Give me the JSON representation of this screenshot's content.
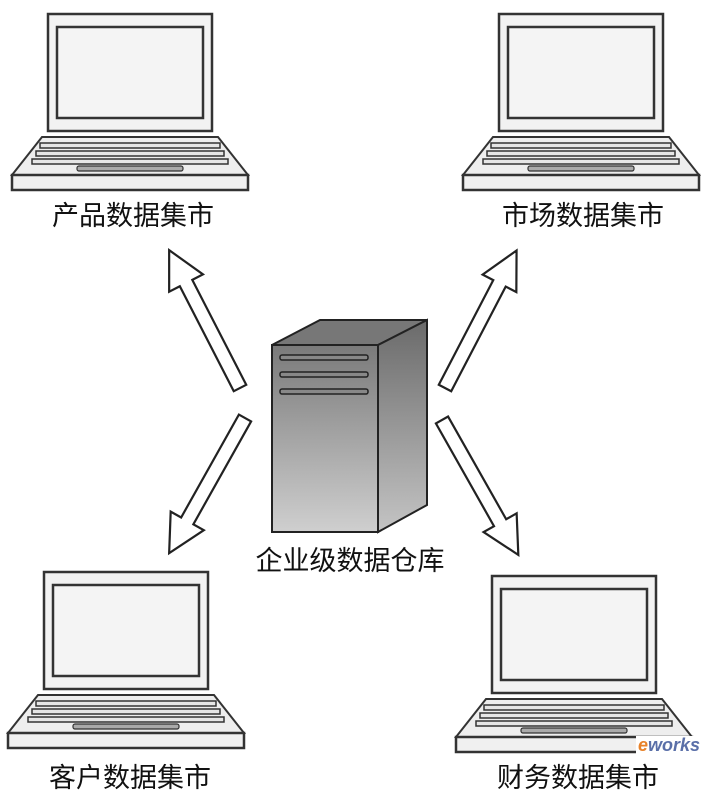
{
  "center": {
    "label": "企业级数据仓库",
    "icon": "server-tower-icon"
  },
  "marts": [
    {
      "label": "产品数据集市",
      "icon": "laptop-icon"
    },
    {
      "label": "市场数据集市",
      "icon": "laptop-icon"
    },
    {
      "label": "客户数据集市",
      "icon": "laptop-icon"
    },
    {
      "label": "财务数据集市",
      "icon": "laptop-icon"
    }
  ],
  "watermark": {
    "prefix": "e",
    "text": "works"
  }
}
